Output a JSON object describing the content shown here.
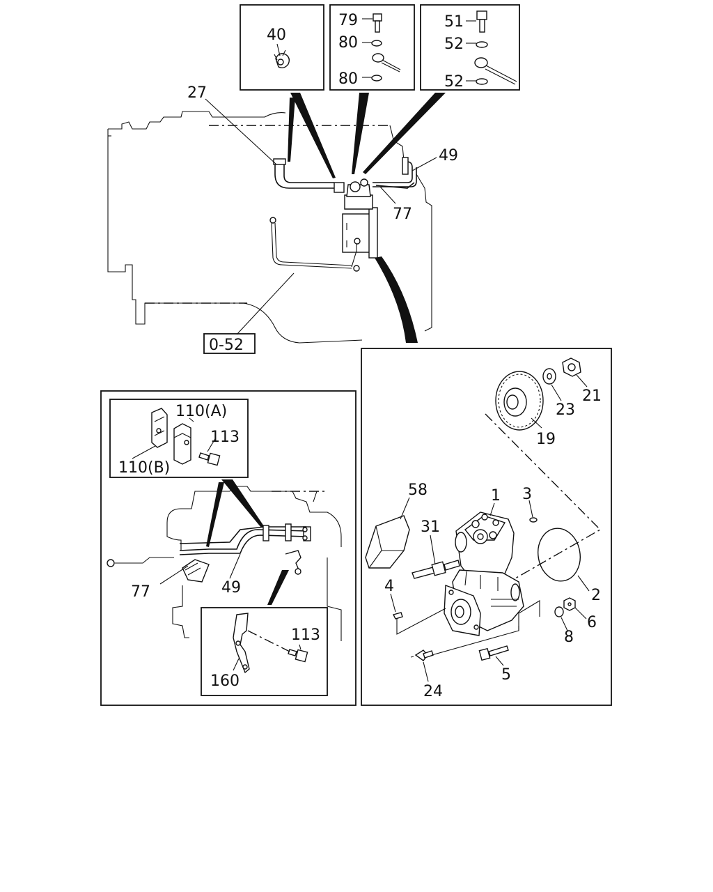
{
  "labels": {
    "p40": "40",
    "p79": "79",
    "p80a": "80",
    "p80b": "80",
    "p51": "51",
    "p52a": "52",
    "p52b": "52",
    "p27": "27",
    "p49_top": "49",
    "p77_top": "77",
    "ref": "0-52",
    "p110a": "110(A)",
    "p110b": "110(B)",
    "p113a": "113",
    "p77_left": "77",
    "p49_left": "49",
    "p113b": "113",
    "p160": "160",
    "p21": "21",
    "p23": "23",
    "p19": "19",
    "p58": "58",
    "p1": "1",
    "p3": "3",
    "p31": "31",
    "p2": "2",
    "p4": "4",
    "p6": "6",
    "p8": "8",
    "p5": "5",
    "p24": "24"
  }
}
